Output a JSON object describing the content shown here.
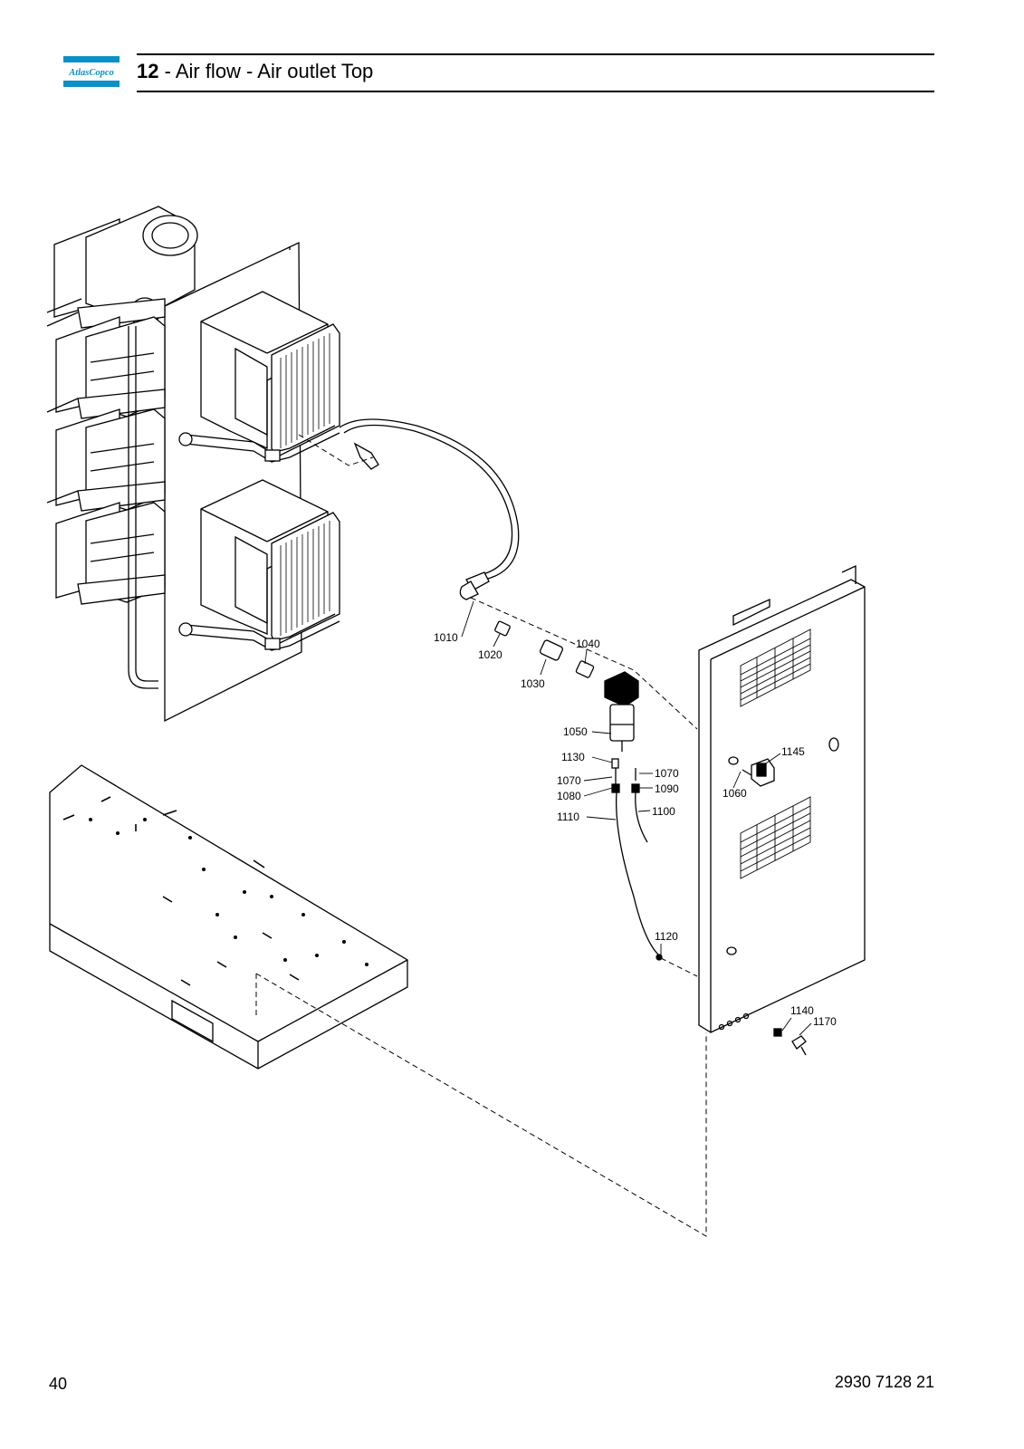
{
  "header": {
    "brand": "AtlasCopco",
    "section_number": "12",
    "section_title": " - Air flow - Air outlet Top",
    "brand_color": "#0a8fc6"
  },
  "drawing": {
    "callouts": [
      "1010",
      "1020",
      "1030",
      "1040",
      "1050",
      "1130",
      "1070",
      "1070",
      "1080",
      "1090",
      "1110",
      "1100",
      "1145",
      "1060",
      "1120",
      "1140",
      "1170"
    ]
  },
  "footer": {
    "page_number": "40",
    "document_number": "2930 7128 21"
  }
}
